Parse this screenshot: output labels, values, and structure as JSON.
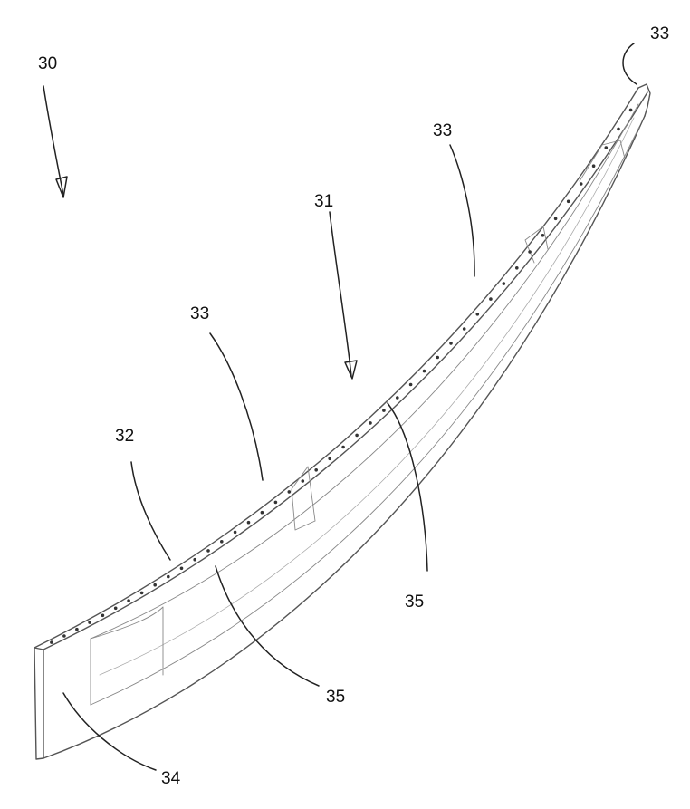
{
  "labels": {
    "assembly": "30",
    "arrow_ref": "31",
    "top_edge": "32",
    "fastener_right_end": "33",
    "fastener_upper": "33",
    "fastener_middle": "33",
    "end_face": "34",
    "lower_pocket": "35",
    "upper_pocket": "35"
  },
  "colors": {
    "line": "#555555",
    "text": "#111111"
  }
}
